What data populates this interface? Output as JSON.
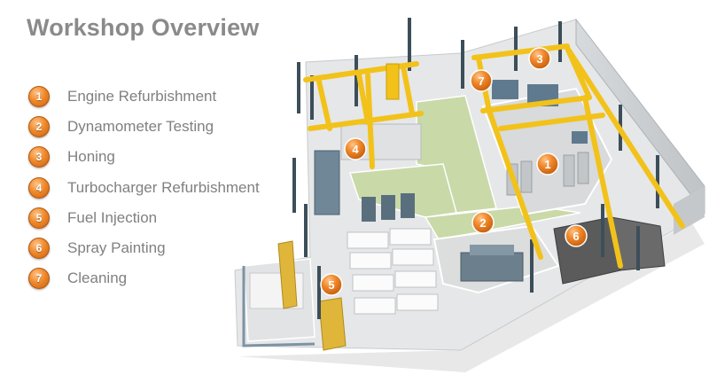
{
  "title": "Workshop Overview",
  "legend": [
    {
      "num": "1",
      "label": "Engine Refurbishment"
    },
    {
      "num": "2",
      "label": "Dynamometer Testing"
    },
    {
      "num": "3",
      "label": "Honing"
    },
    {
      "num": "4",
      "label": "Turbocharger Refurbishment"
    },
    {
      "num": "5",
      "label": "Fuel Injection"
    },
    {
      "num": "6",
      "label": "Spray Painting"
    },
    {
      "num": "7",
      "label": "Cleaning"
    }
  ],
  "markers": [
    "1",
    "2",
    "3",
    "4",
    "5",
    "6",
    "7"
  ],
  "colors": {
    "badge": "#f08a2c",
    "crane": "#f2c21a",
    "walls": "#cfd3d6",
    "floor": "#e8e8e8",
    "walkway": "#c9d9a8",
    "machines": "#5f7a8e",
    "spray_booth": "#5b5b5b"
  }
}
